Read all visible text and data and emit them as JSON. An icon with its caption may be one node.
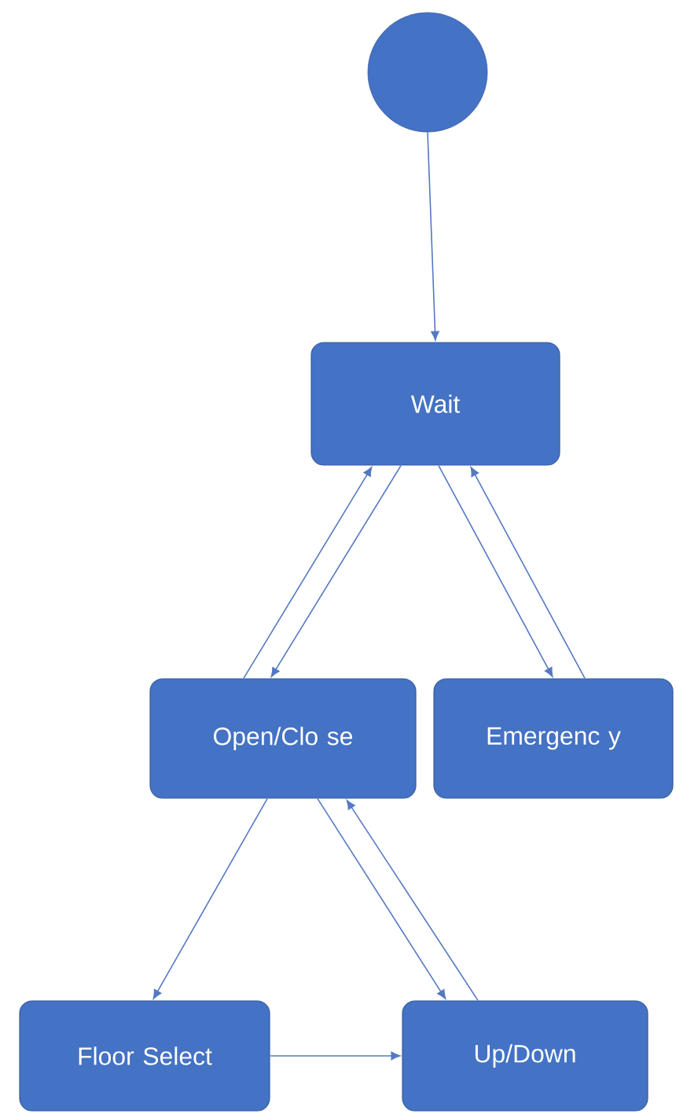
{
  "diagram": {
    "nodes": [
      {
        "text": [],
        "shape": "circle"
      },
      {
        "text": [
          "Wait"
        ]
      },
      {
        "text": [
          "Open/Clo se"
        ]
      },
      {
        "text": [
          "Emergenc y"
        ]
      },
      {
        "text": [
          "Floor Select"
        ]
      },
      {
        "text": [
          "Up/Down"
        ]
      }
    ],
    "edges": [
      {
        "from": 0,
        "to": 1,
        "arrow": "to"
      },
      {
        "from": 2,
        "to": 1,
        "arrow": "to"
      },
      {
        "from": 1,
        "to": 2,
        "arrow": "to"
      },
      {
        "from": 1,
        "to": 3,
        "arrow": "to"
      },
      {
        "from": 3,
        "to": 1,
        "arrow": "to"
      },
      {
        "from": 2,
        "to": 4,
        "arrow": "to"
      },
      {
        "from": 2,
        "to": 5,
        "arrow": "to"
      },
      {
        "from": 5,
        "to": 2,
        "arrow": "to"
      },
      {
        "from": 4,
        "to": 5,
        "arrow": "to"
      }
    ]
  }
}
